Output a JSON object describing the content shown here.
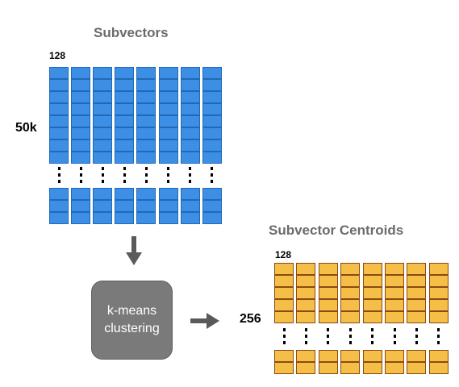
{
  "subvectors": {
    "title": "Subvectors",
    "dim_label": "128",
    "count_label": "50k",
    "color": "#3d8fe6",
    "border_color": "#2069b8"
  },
  "kmeans": {
    "line1": "k-means",
    "line2": "clustering"
  },
  "centroids": {
    "title": "Subvector Centroids",
    "dim_label": "128",
    "count_label": "256",
    "color": "#f5be46",
    "border_color": "#8b4a14"
  },
  "arrows": {
    "color": "#5a5a5a"
  }
}
